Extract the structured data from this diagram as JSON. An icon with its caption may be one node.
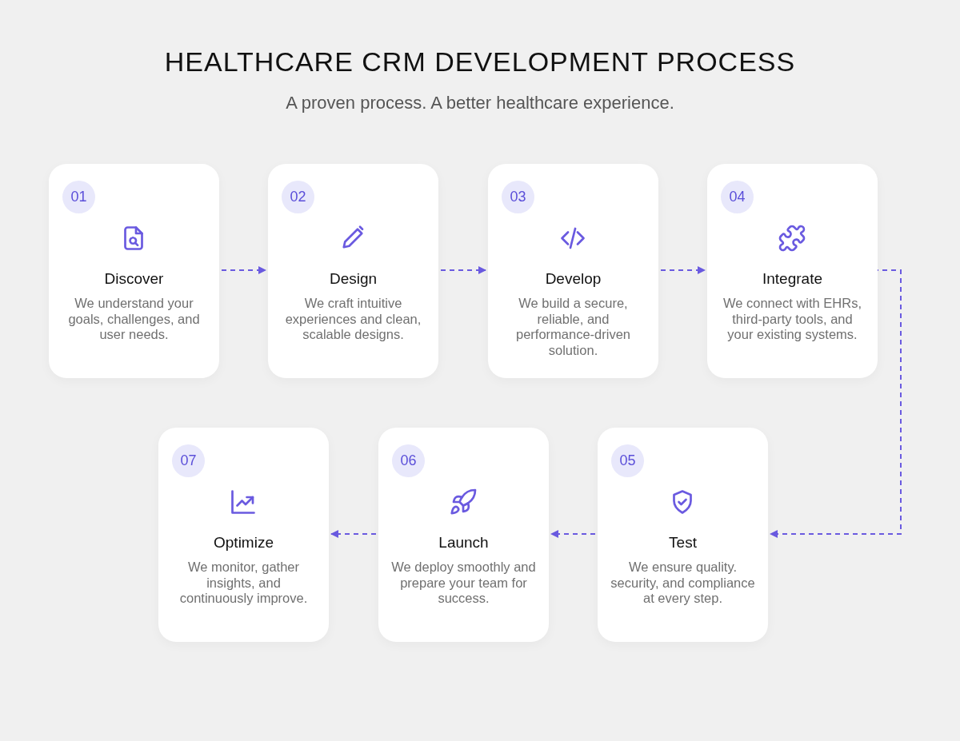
{
  "diagram": {
    "title": "HEALTHCARE CRM DEVELOPMENT PROCESS",
    "nodes": [
      {
        "text": [
          "01",
          "Discover",
          "We understand your goals, challenges, and user needs."
        ]
      },
      {
        "text": [
          "02",
          "Design",
          "We craft intuitive experiences and clean, scalable designs."
        ]
      },
      {
        "text": [
          "03",
          "Develop",
          "We build a secure, reliable, and performance-driven solution."
        ]
      },
      {
        "text": [
          "04",
          "Integrate",
          "We connect with EHRs, third-party tools, and your existing systems."
        ]
      },
      {
        "text": [
          "05",
          "Test",
          "We ensure quality. security, and compliance at every step."
        ]
      },
      {
        "text": [
          "06",
          "Launch",
          "We deploy smoothly and prepare your team for success."
        ]
      },
      {
        "text": [
          "07",
          "Optimize",
          "We monitor, gather insights, and continuously improve."
        ]
      }
    ],
    "edges": [
      {
        "from": 0,
        "to": 1,
        "arrow": "to",
        "style": "dashed"
      },
      {
        "from": 1,
        "to": 2,
        "arrow": "to",
        "style": "dashed"
      },
      {
        "from": 2,
        "to": 3,
        "arrow": "to",
        "style": "dashed"
      },
      {
        "from": 3,
        "to": 4,
        "arrow": "to",
        "style": "dashed"
      },
      {
        "from": 4,
        "to": 5,
        "arrow": "to",
        "style": "dashed"
      },
      {
        "from": 5,
        "to": 6,
        "arrow": "to",
        "style": "dashed"
      }
    ],
    "labels": [
      "A proven process. A better healthcare experience."
    ]
  }
}
